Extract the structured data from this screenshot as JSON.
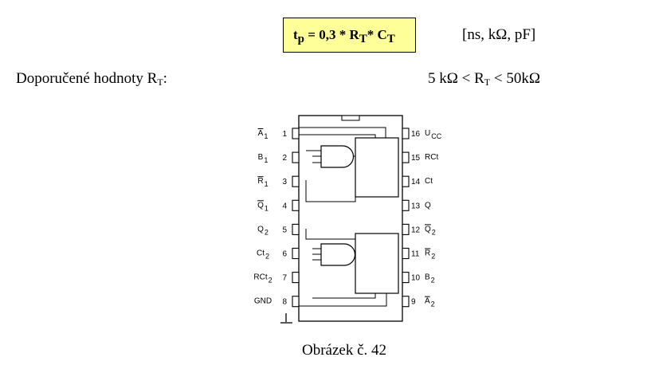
{
  "formula": {
    "lhs": "t",
    "lhs_sub": "p",
    "mid": " = 0,3 * R",
    "r_sub": "T",
    "op": "* C",
    "c_sub": "T",
    "background": "#ffff99"
  },
  "units": "[ns, kΩ, pF]",
  "recommended": {
    "label": "Doporučené hodnoty R",
    "label_sub": "T",
    "label_suffix": ":",
    "range_left": "5 kΩ  < R",
    "range_sub": "T",
    "range_right": " < 50kΩ"
  },
  "chip": {
    "left_pins": [
      {
        "num": "1",
        "name": "A",
        "sub": "1",
        "overline": true
      },
      {
        "num": "2",
        "name": "B",
        "sub": "1",
        "overline": false
      },
      {
        "num": "3",
        "name": "R",
        "sub": "1",
        "overline": true
      },
      {
        "num": "4",
        "name": "Q",
        "sub": "1",
        "overline": true
      },
      {
        "num": "5",
        "name": "Q",
        "sub": "2",
        "overline": false
      },
      {
        "num": "6",
        "name": "Ct",
        "sub": "2",
        "overline": false
      },
      {
        "num": "7",
        "name": "RCt",
        "sub": "2",
        "overline": false
      },
      {
        "num": "8",
        "name": "GND",
        "sub": "",
        "overline": false
      }
    ],
    "right_pins": [
      {
        "num": "16",
        "name": "U",
        "sub": "CC",
        "overline": false
      },
      {
        "num": "15",
        "name": "RCt",
        "sub": "",
        "overline": false
      },
      {
        "num": "14",
        "name": "Ct",
        "sub": "",
        "overline": false
      },
      {
        "num": "13",
        "name": "Q",
        "sub": "",
        "overline": false
      },
      {
        "num": "12",
        "name": "Q",
        "sub": "2",
        "overline": true
      },
      {
        "num": "11",
        "name": "R",
        "sub": "2",
        "overline": true
      },
      {
        "num": "10",
        "name": "B",
        "sub": "2",
        "overline": false
      },
      {
        "num": "9",
        "name": "A",
        "sub": "2",
        "overline": true
      }
    ]
  },
  "caption": "Obrázek č. 42"
}
